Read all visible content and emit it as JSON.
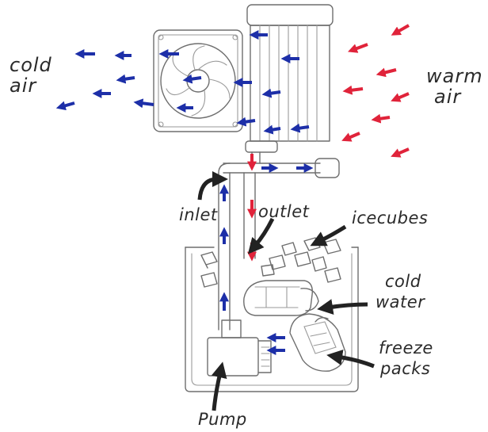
{
  "labels": {
    "cold_air": [
      "cold",
      "air"
    ],
    "warm_air": [
      "warm",
      "air"
    ],
    "inlet": "inlet",
    "outlet": "outlet",
    "ice_cubes": "icecubes",
    "cold_water": [
      "cold",
      "water"
    ],
    "freeze_packs": [
      "freeze",
      "packs"
    ],
    "pump": "Pump"
  },
  "colors": {
    "cold_arrow": "#1d2fa8",
    "warm_arrow": "#e0233a",
    "pencil": "#6e6e6e",
    "pointer": "#222222"
  },
  "icons": [
    "fan-icon",
    "radiator-icon",
    "pump-icon",
    "ice-cube-icon",
    "freeze-pack-icon",
    "cooler-box-icon"
  ]
}
